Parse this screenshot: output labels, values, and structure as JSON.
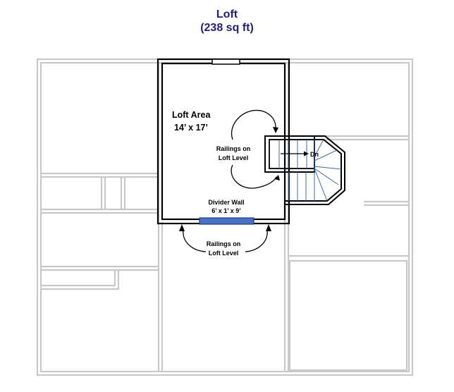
{
  "title": {
    "line1": "Loft",
    "line2": "(238 sq ft)",
    "color": "#1f1f7a"
  },
  "rooms": {
    "loft_area": {
      "name": "Loft Area",
      "size": "14’ x 17’"
    },
    "divider_wall": {
      "name": "Divider Wall",
      "size": "6’ x 1’ x 9’",
      "color": "#4a72c4"
    }
  },
  "annotations": {
    "railings_upper_line1": "Railings on",
    "railings_upper_line2": "Loft Level",
    "railings_lower_line1": "Railings on",
    "railings_lower_line2": "Loft Level"
  },
  "stairs": {
    "direction_label": "Dn",
    "line_color": "#3a6ea5"
  },
  "colors": {
    "background_walls": "#c8c8c8",
    "loft_walls": "#000000"
  }
}
